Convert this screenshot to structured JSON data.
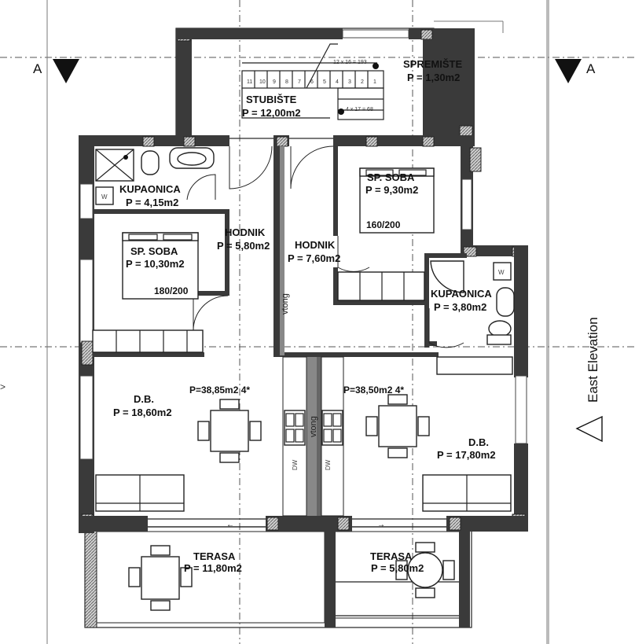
{
  "rooms": {
    "stubiste": {
      "name": "STUBIŠTE",
      "area": "P = 12,00m2"
    },
    "spremiste": {
      "name": "SPREMIŠTE",
      "area": "P = 1,30m2"
    },
    "kupaonica1": {
      "name": "KUPAONICA",
      "area": "P = 4,15m2"
    },
    "kupaonica2": {
      "name": "KUPAONICA",
      "area": "P = 3,80m2"
    },
    "soba1": {
      "name": "SP. SOBA",
      "area": "P = 10,30m2",
      "bed": "180/200"
    },
    "soba2": {
      "name": "SP. SOBA",
      "area": "P = 9,30m2",
      "bed": "160/200"
    },
    "hodnik1": {
      "name": "HODNIK",
      "area": "P = 5,80m2"
    },
    "hodnik2": {
      "name": "HODNIK",
      "area": "P = 7,60m2"
    },
    "db1": {
      "name": "D.B.",
      "area": "P = 18,60m2"
    },
    "db2": {
      "name": "D.B.",
      "area": "P = 17,80m2"
    },
    "terasa1": {
      "name": "TERASA",
      "area": "P = 11,80m2"
    },
    "terasa2": {
      "name": "TERASA",
      "area": "P = 5,80m2"
    }
  },
  "unit_totals": {
    "left": "P=38,85m2 4*",
    "right": "P=38,50m2 4*"
  },
  "stair_notes": {
    "upper": "12 x 16 = 193",
    "lower": "4 x 17 = 68"
  },
  "stair_steps": [
    "11",
    "10",
    "9",
    "8",
    "7",
    "6",
    "5",
    "4",
    "3",
    "2",
    "1"
  ],
  "section_markers": {
    "left": "A",
    "right": "A"
  },
  "elevation_label": "East Elevation",
  "vtong_label": "vtong",
  "dw_label": "DW",
  "washer_label": "W",
  "colors": {
    "wall": "#3a3a3a",
    "line": "#222222"
  }
}
